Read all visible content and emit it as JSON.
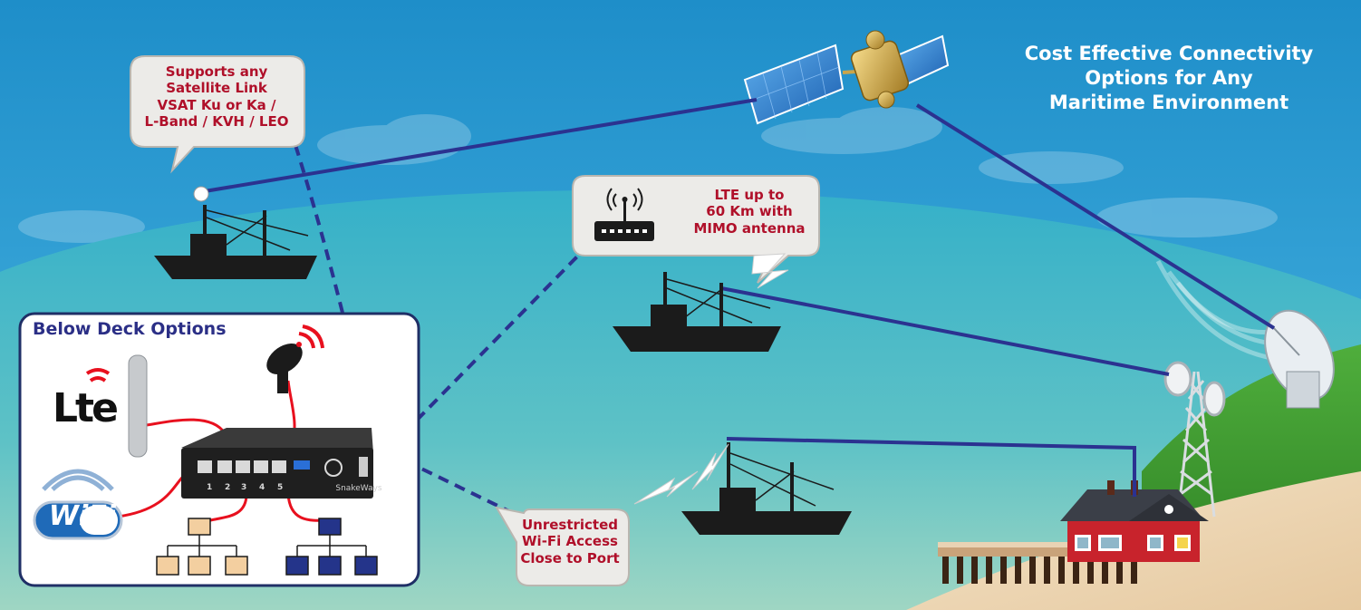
{
  "headline": {
    "lines": [
      "Cost Effective Connectivity",
      "Options for Any",
      "Maritime Environment"
    ]
  },
  "callouts": {
    "satellite": {
      "lines": [
        "Supports any",
        "Satellite Link",
        "VSAT Ku or Ka /",
        "L-Band / KVH  / LEO"
      ]
    },
    "lte": {
      "lines": [
        "LTE up to",
        "60 Km with",
        "MIMO antenna"
      ]
    },
    "wifi": {
      "lines": [
        "Unrestricted",
        "Wi-Fi Access",
        "Close to Port"
      ]
    }
  },
  "below_deck": {
    "title": "Below Deck Options",
    "lte_logo": "Lte",
    "wifi_logo": "WiFi",
    "router": {
      "brand": "SnakeWays",
      "ports": [
        "1",
        "2",
        "3",
        "4",
        "5"
      ]
    }
  },
  "colors": {
    "sky": "#2a9ecf",
    "sea": "#3fb3c4",
    "link_line": "#2b3290",
    "callout_text": "#b0102a",
    "title_text": "#2b2f86",
    "network_tan": "#f3cfa0",
    "network_blue": "#24348a",
    "cable_red": "#e8101e"
  }
}
